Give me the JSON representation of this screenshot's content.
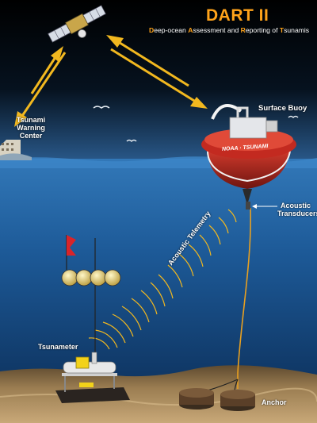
{
  "title": "DART II",
  "subtitle": [
    {
      "text": "D",
      "accent": true
    },
    {
      "text": "eep-ocean ",
      "accent": false
    },
    {
      "text": "A",
      "accent": true
    },
    {
      "text": "ssessment and ",
      "accent": false
    },
    {
      "text": "R",
      "accent": true
    },
    {
      "text": "eporting of ",
      "accent": false
    },
    {
      "text": "T",
      "accent": true
    },
    {
      "text": "sunamis",
      "accent": false
    }
  ],
  "labels": {
    "warning_center": [
      "Tsunami",
      "Warning",
      "Center"
    ],
    "surface_buoy": "Surface Buoy",
    "buoy_hull_text": "NOAA · TSUNAMI",
    "acoustic_transducers": [
      "Acoustic",
      "Transducers"
    ],
    "acoustic_telemetry": "Acoustic Telemetry",
    "tsunameter": "Tsunameter",
    "anchor": "Anchor"
  },
  "colors": {
    "accent": "#ffa31a",
    "sky_top": "#000000",
    "sky_bottom": "#1d3f6e",
    "sea_top": "#2d6fb0",
    "sea_bottom": "#0a2a52",
    "seabed": "#8a6e46",
    "buoy_hull": "#b3261e",
    "signal_arrow": "#f2b81f"
  }
}
